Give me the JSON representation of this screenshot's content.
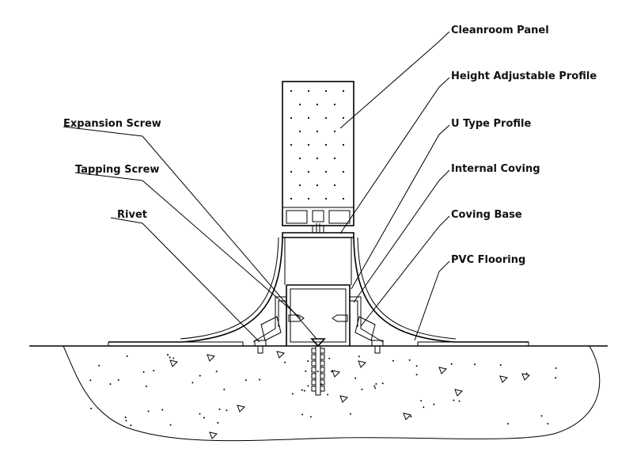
{
  "labels": {
    "cleanroom_panel": "Cleanroom Panel",
    "height_adjustable_profile": "Height Adjustable Profile",
    "u_type_profile": "U Type Profile",
    "internal_coving": "Internal Coving",
    "coving_base": "Coving Base",
    "pvc_flooring": "PVC Flooring",
    "expansion_screw": "Expansion Screw",
    "tapping_screw": "Tapping Screw",
    "rivet": "Rivet"
  },
  "colors": {
    "line": "#000000",
    "background": "#ffffff"
  }
}
